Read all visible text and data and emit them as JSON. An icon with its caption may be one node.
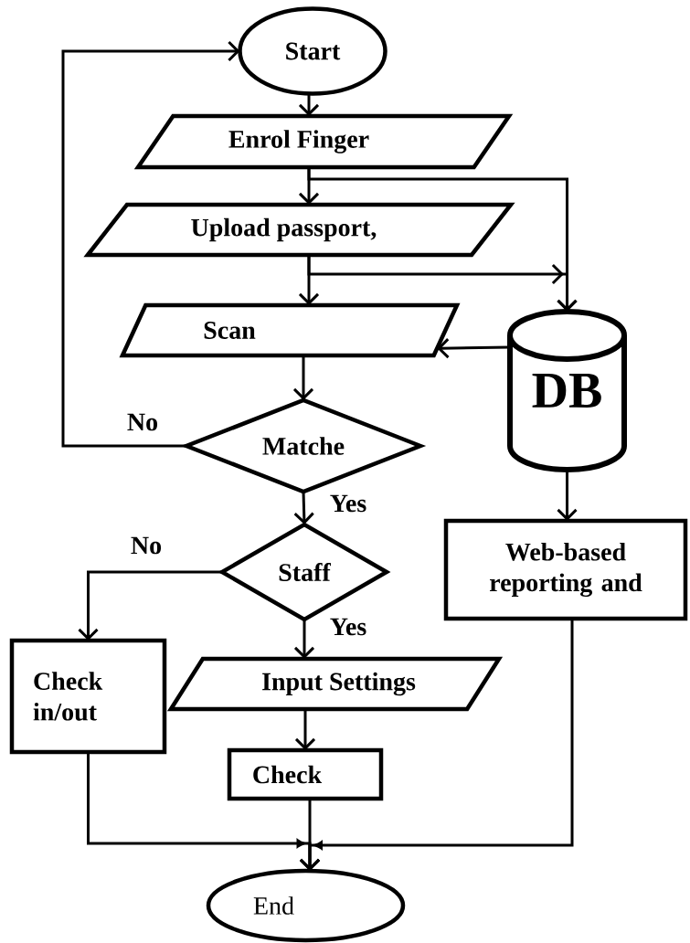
{
  "diagram": {
    "nodes": [
      {
        "text": [
          "Start"
        ]
      },
      {
        "text": [
          "Enrol Finger"
        ]
      },
      {
        "text": [
          "Upload passport,"
        ]
      },
      {
        "text": [
          "Scan"
        ]
      },
      {
        "text": [
          "DB"
        ]
      },
      {
        "text": [
          "Matche"
        ]
      },
      {
        "text": [
          "Web-based reporting and"
        ]
      },
      {
        "text": [
          "Staff"
        ]
      },
      {
        "text": [
          "Check in/out"
        ]
      },
      {
        "text": [
          "Input Settings"
        ]
      },
      {
        "text": [
          "Check"
        ]
      },
      {
        "text": [
          "End"
        ]
      }
    ],
    "edges": [
      {
        "from": 0,
        "to": 1,
        "arrow": "to"
      },
      {
        "from": 1,
        "to": 2,
        "arrow": "to"
      },
      {
        "from": 1,
        "to": 4,
        "arrow": "to"
      },
      {
        "from": 2,
        "to": 3,
        "arrow": "to"
      },
      {
        "from": 2,
        "to": 4,
        "arrow": "to"
      },
      {
        "from": 4,
        "to": 3,
        "arrow": "to"
      },
      {
        "from": 3,
        "to": 5,
        "arrow": "to"
      },
      {
        "from": 5,
        "to": 0,
        "arrow": "to",
        "label": "No"
      },
      {
        "from": 5,
        "to": 7,
        "arrow": "to",
        "label": "Yes"
      },
      {
        "from": 4,
        "to": 6,
        "arrow": "to"
      },
      {
        "from": 7,
        "to": 8,
        "arrow": "to",
        "label": "No"
      },
      {
        "from": 7,
        "to": 9,
        "arrow": "to",
        "label": "Yes"
      },
      {
        "from": 9,
        "to": 10,
        "arrow": "to"
      },
      {
        "from": 8,
        "to": 11,
        "arrow": "to"
      },
      {
        "from": 10,
        "to": 11,
        "arrow": "to"
      },
      {
        "from": 6,
        "to": 11,
        "arrow": "to"
      }
    ]
  }
}
